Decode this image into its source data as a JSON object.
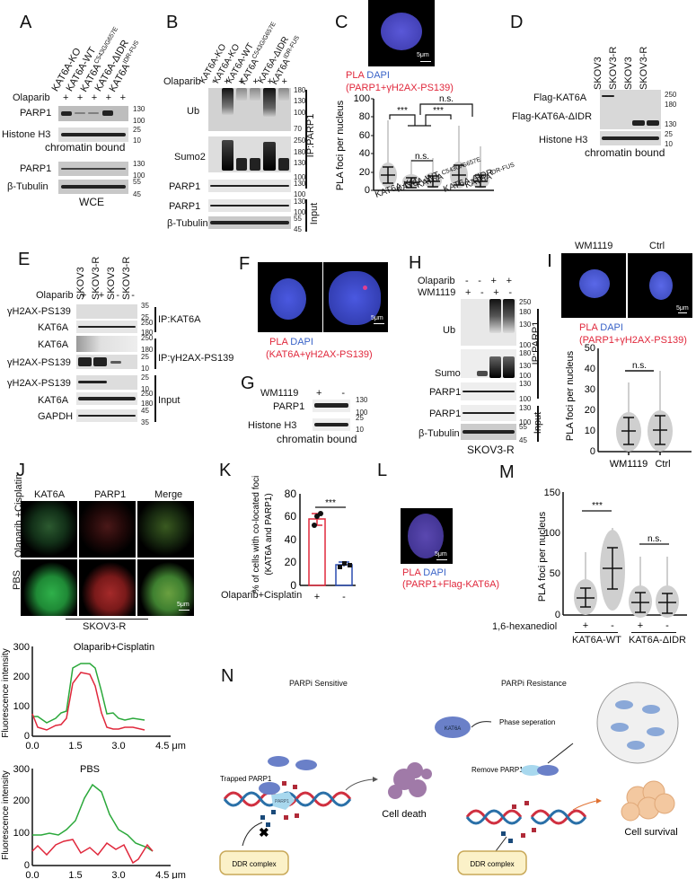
{
  "panels": {
    "A": {
      "label": "A",
      "lanes": [
        "KAT6A-KO",
        "KAT6A-WT",
        "KAT6A",
        "KAT6A-ΔIDR",
        "KAT6A"
      ],
      "lane_superscripts": [
        "",
        "",
        "C543G/G657E",
        "",
        "IDR-FUS"
      ],
      "treatment_label": "Olaparib",
      "treatment": [
        "+",
        "+",
        "+",
        "+",
        "+"
      ],
      "rows": [
        "PARP1",
        "Histone H3",
        "PARP1",
        "β-Tubulin"
      ],
      "captions": [
        "chromatin bound",
        "WCE"
      ],
      "mw": [
        "130",
        "100",
        "25",
        "10",
        "130",
        "100",
        "55",
        "45"
      ]
    },
    "B": {
      "label": "B",
      "lanes": [
        "KAT6A-KO",
        "KAT6A-KO",
        "KAT6A-WT",
        "KAT6A",
        "KAT6A-ΔIDR",
        "KAT6A"
      ],
      "lane_superscripts": [
        "",
        "",
        "",
        "C543G/G657E",
        "",
        "IDR-FUS"
      ],
      "treatment_label": "Olaparib",
      "treatment": [
        "-",
        "+",
        "+",
        "+",
        "+",
        "+"
      ],
      "rows": [
        "Ub",
        "Sumo2",
        "PARP1",
        "PARP1",
        "β-Tubulin"
      ],
      "brackets": [
        "IP:PARP1",
        "Input"
      ],
      "mw": [
        "180",
        "130",
        "100",
        "70",
        "250",
        "180",
        "130",
        "100",
        "130",
        "100",
        "130",
        "100",
        "55",
        "45"
      ]
    },
    "C": {
      "label": "C",
      "legend_pla": "PLA",
      "legend_dapi": "DAPI",
      "legend_pair": "(PARP1+γH2AX-PS139)",
      "scale": "5μm",
      "significance": [
        "***",
        "***",
        "n.s.",
        "n.s."
      ]
    },
    "D": {
      "label": "D",
      "lanes": [
        "SKOV3",
        "SKOV3-R",
        "SKOV3",
        "SKOV3-R"
      ],
      "rows": [
        "Flag-KAT6A",
        "Flag-KAT6A-ΔIDR",
        "Histone H3"
      ],
      "caption": "chromatin bound",
      "mw": [
        "250",
        "180",
        "130",
        "25",
        "10"
      ]
    },
    "E": {
      "label": "E",
      "lanes": [
        "SKOV3",
        "SKOV3-R",
        "SKOV3",
        "SKOV3-R"
      ],
      "treatment_label": "Olaparib",
      "treatment": [
        "+",
        "+",
        "-",
        "-"
      ],
      "rows": [
        "γH2AX-PS139",
        "KAT6A",
        "KAT6A",
        "γH2AX-PS139",
        "γH2AX-PS139",
        "KAT6A",
        "GAPDH"
      ],
      "brackets": [
        "IP:KAT6A",
        "IP:γH2AX-PS139",
        "Input"
      ],
      "mw": [
        "35",
        "25",
        "250",
        "180",
        "250",
        "180",
        "25",
        "10",
        "25",
        "10",
        "250",
        "180",
        "45",
        "35"
      ]
    },
    "F": {
      "label": "F",
      "legend_pla": "PLA",
      "legend_dapi": "DAPI",
      "legend_pair": "(KAT6A+γH2AX-PS139)",
      "scale": "5μm"
    },
    "G": {
      "label": "G",
      "treatment_label": "WM1119",
      "treatment": [
        "+",
        "-"
      ],
      "rows": [
        "PARP1",
        "Histone H3"
      ],
      "caption": "chromatin bound",
      "mw": [
        "130",
        "100",
        "25",
        "10"
      ]
    },
    "H": {
      "label": "H",
      "treatment_labels": [
        "Olaparib",
        "WM1119"
      ],
      "olaparib": [
        "-",
        "-",
        "+",
        "+"
      ],
      "wm1119": [
        "+",
        "-",
        "+",
        "-"
      ],
      "rows": [
        "Ub",
        "Sumo2",
        "PARP1",
        "PARP1",
        "β-Tubulin"
      ],
      "brackets": [
        "IP:PARP1",
        "Input"
      ],
      "caption": "SKOV3-R",
      "mw": [
        "250",
        "180",
        "130",
        "100",
        "180",
        "130",
        "100",
        "130",
        "100",
        "130",
        "100",
        "55",
        "45"
      ]
    },
    "I": {
      "label": "I",
      "images": [
        "WM1119",
        "Ctrl"
      ],
      "legend_pla": "PLA",
      "legend_dapi": "DAPI",
      "legend_pair": "(PARP1+γH2AX-PS139)",
      "scale": "5μm",
      "significance": "n.s."
    },
    "J": {
      "label": "J",
      "columns": [
        "KAT6A",
        "PARP1",
        "Merge"
      ],
      "rows": [
        "Olaparib +Cisplatin",
        "PBS"
      ],
      "caption": "SKOV3-R",
      "scale": "5μm"
    },
    "K": {
      "label": "K",
      "significance": "***",
      "treatment_label": "Olaparib+Cisplatin",
      "treatment": [
        "+",
        "-"
      ]
    },
    "L": {
      "label": "L",
      "legend_pla": "PLA",
      "legend_dapi": "DAPI",
      "legend_pair": "(PARP1+Flag-KAT6A)",
      "scale": "5μm"
    },
    "M": {
      "label": "M",
      "treatment_label": "1,6-hexanediol",
      "treatment": [
        "+",
        "-",
        "+",
        "-"
      ],
      "groups": [
        "KAT6A-WT",
        "KAT6A-ΔIDR"
      ],
      "significance": [
        "***",
        "n.s."
      ]
    },
    "N": {
      "label": "N",
      "left_title": "PARPi Sensitive",
      "right_title": "PARPi Resistance",
      "trapped": "Trapped PARP1",
      "cell_death": "Cell death",
      "ddr": "DDR complex",
      "ddr2": "DDR complex",
      "phase": "Phase seperation",
      "remove": "Remove PARP1",
      "survival": "Cell survival",
      "kat6a": "KAT6A",
      "parp1": "PARP1"
    }
  },
  "chart_data": [
    {
      "panel": "C",
      "type": "scatter",
      "ylabel": "PLA foci per nucleus",
      "ylim": [
        0,
        100
      ],
      "yticks": [
        0,
        20,
        40,
        60,
        80,
        100
      ],
      "categories": [
        "KAT6A-KO",
        "KAT6A-WT",
        "KAT6A C543G/G657E",
        "KAT6A-ΔIDR",
        "KAT6A IDR-FUS"
      ],
      "mean": [
        17,
        9,
        10,
        17,
        10
      ],
      "sd_low": [
        8,
        3,
        4,
        6,
        4
      ],
      "sd_high": [
        26,
        14,
        16,
        28,
        17
      ],
      "max": [
        78,
        33,
        35,
        73,
        48
      ]
    },
    {
      "panel": "I",
      "type": "scatter",
      "ylabel": "PLA foci per nucleus",
      "ylim": [
        0,
        50
      ],
      "yticks": [
        0,
        10,
        20,
        30,
        40,
        50
      ],
      "categories": [
        "WM1119",
        "Ctrl"
      ],
      "mean": [
        10,
        10.5
      ],
      "sd_low": [
        3.5,
        3.5
      ],
      "sd_high": [
        16.5,
        17.5
      ],
      "max": [
        34,
        40
      ]
    },
    {
      "panel": "K",
      "type": "bar",
      "ylabel": "% of cells with co-located foci (KAT6A and PARP1)",
      "ylim": [
        0,
        80
      ],
      "yticks": [
        0,
        20,
        40,
        60,
        80
      ],
      "categories": [
        "+",
        "-"
      ],
      "values": [
        58,
        18
      ],
      "error": [
        5,
        3
      ],
      "points": [
        [
          53,
          60,
          62
        ],
        [
          16,
          18,
          21
        ]
      ],
      "colors": [
        "#e0283c",
        "#2a4cb0"
      ]
    },
    {
      "panel": "M",
      "type": "scatter",
      "ylabel": "PLA foci per nucleus",
      "ylim": [
        0,
        150
      ],
      "yticks": [
        0,
        50,
        100,
        150
      ],
      "categories": [
        "KAT6A-WT +",
        "KAT6A-WT -",
        "KAT6A-ΔIDR +",
        "KAT6A-ΔIDR -"
      ],
      "mean": [
        21,
        57,
        15,
        15
      ],
      "sd_low": [
        10,
        32,
        3,
        2
      ],
      "sd_high": [
        33,
        82,
        28,
        27
      ],
      "max": [
        76,
        107,
        70,
        72
      ]
    },
    {
      "panel": "J-profile-1",
      "type": "line",
      "title": "Olaparib+Cisplatin",
      "ylabel": "Fluorescence intensity",
      "xlabel": "μm",
      "xticks": [
        0.0,
        1.5,
        3.0,
        4.5
      ],
      "yticks": [
        0,
        100,
        200,
        300
      ],
      "series": [
        {
          "name": "KAT6A (green)",
          "color": "#2aa83a",
          "x": [
            0,
            0.2,
            0.5,
            0.8,
            1.0,
            1.2,
            1.4,
            1.7,
            2.0,
            2.2,
            2.4,
            2.6,
            2.8,
            3.0,
            3.2,
            3.5,
            3.9
          ],
          "values": [
            65,
            65,
            45,
            60,
            80,
            85,
            230,
            245,
            245,
            230,
            150,
            75,
            80,
            60,
            55,
            60,
            55
          ]
        },
        {
          "name": "PARP1 (red)",
          "color": "#e0283c",
          "x": [
            0,
            0.2,
            0.5,
            0.8,
            1.0,
            1.2,
            1.4,
            1.7,
            2.0,
            2.2,
            2.4,
            2.6,
            2.8,
            3.0,
            3.2,
            3.5,
            3.9
          ],
          "values": [
            75,
            30,
            20,
            35,
            40,
            60,
            180,
            215,
            210,
            170,
            80,
            30,
            25,
            25,
            30,
            30,
            20
          ]
        }
      ]
    },
    {
      "panel": "J-profile-2",
      "type": "line",
      "title": "PBS",
      "ylabel": "Fluorescence intensity",
      "xlabel": "μm",
      "xticks": [
        0.0,
        1.5,
        3.0,
        4.5
      ],
      "yticks": [
        0,
        100,
        200,
        300
      ],
      "series": [
        {
          "name": "KAT6A (green)",
          "color": "#2aa83a",
          "x": [
            0,
            0.3,
            0.6,
            0.9,
            1.2,
            1.5,
            1.8,
            2.1,
            2.4,
            2.7,
            3.0,
            3.3,
            3.6,
            4.0,
            4.2
          ],
          "values": [
            95,
            95,
            100,
            95,
            110,
            140,
            210,
            250,
            230,
            160,
            110,
            95,
            70,
            55,
            45
          ]
        },
        {
          "name": "PARP1 (red)",
          "color": "#e0283c",
          "x": [
            0,
            0.2,
            0.5,
            0.8,
            1.1,
            1.4,
            1.7,
            2.0,
            2.3,
            2.6,
            2.9,
            3.2,
            3.5,
            3.7,
            4.0,
            4.2
          ],
          "values": [
            45,
            60,
            35,
            65,
            75,
            80,
            40,
            55,
            35,
            70,
            50,
            65,
            10,
            20,
            65,
            45
          ]
        }
      ]
    }
  ]
}
